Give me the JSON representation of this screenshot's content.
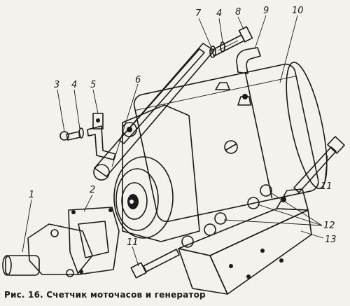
{
  "caption": "Рис. 16. Счетчик моточасов и генератор",
  "callouts": [
    {
      "id": "1",
      "label": "1"
    },
    {
      "id": "2",
      "label": "2"
    },
    {
      "id": "3",
      "label": "3"
    },
    {
      "id": "4a",
      "label": "4"
    },
    {
      "id": "5",
      "label": "5"
    },
    {
      "id": "6",
      "label": "6"
    },
    {
      "id": "7",
      "label": "7"
    },
    {
      "id": "4b",
      "label": "4"
    },
    {
      "id": "8",
      "label": "8"
    },
    {
      "id": "9",
      "label": "9"
    },
    {
      "id": "10",
      "label": "10"
    },
    {
      "id": "11a",
      "label": "11"
    },
    {
      "id": "11b",
      "label": "11"
    },
    {
      "id": "12",
      "label": "12"
    },
    {
      "id": "13",
      "label": "13"
    }
  ],
  "colors": {
    "ink": "#1a1a1a",
    "paper": "#f4f2ec"
  }
}
